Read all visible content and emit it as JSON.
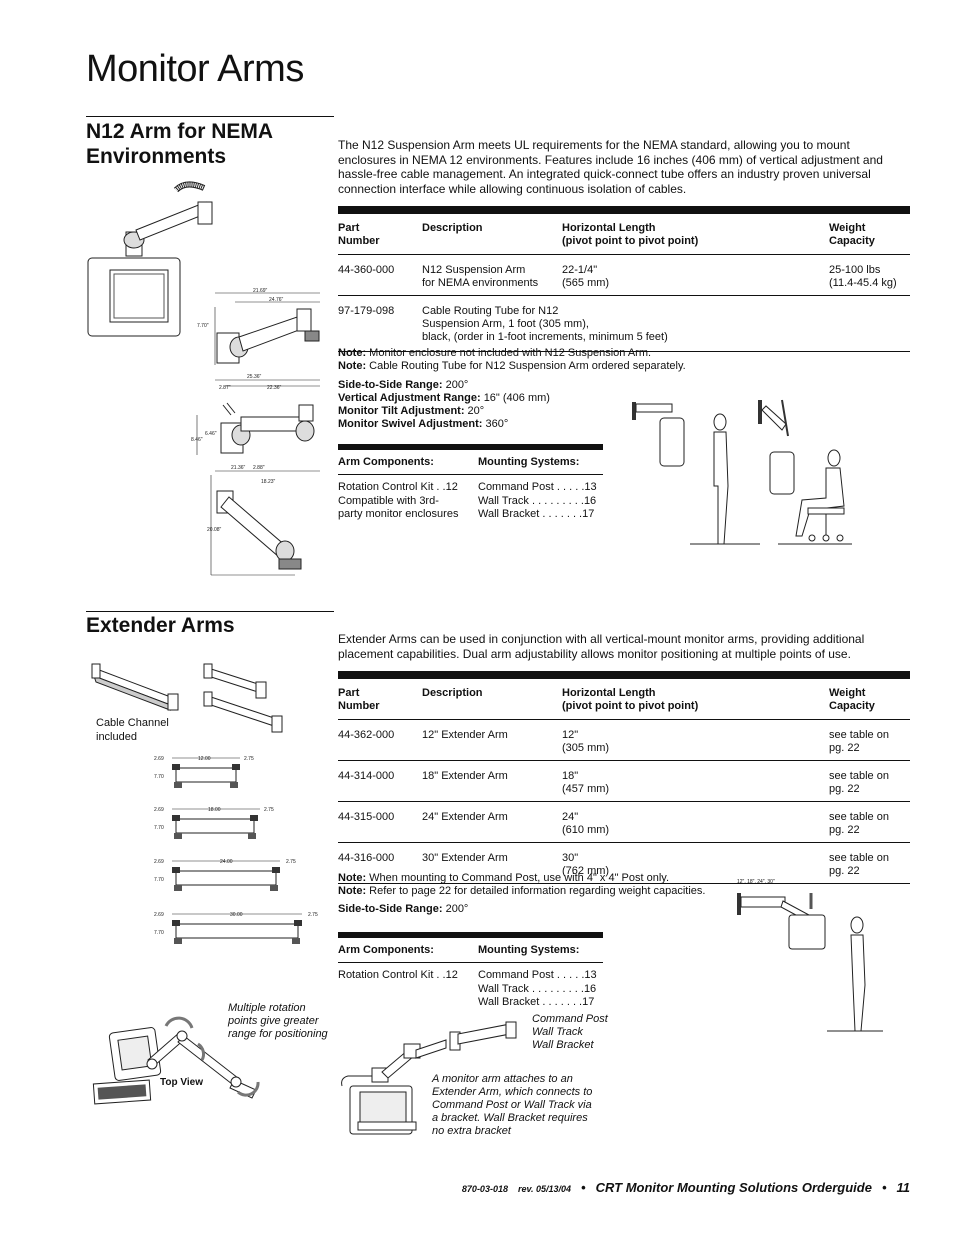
{
  "page_title": "Monitor Arms",
  "n12": {
    "title_line1": "N12 Arm for NEMA",
    "title_line2": "Environments",
    "intro": "The N12 Suspension Arm meets UL requirements for the NEMA standard, allowing you to mount enclosures in NEMA 12 environments. Features include 16 inches (406 mm) of vertical adjustment and hassle-free cable management. An integrated quick-connect tube offers an industry proven universal connection interface while allowing continuous isolation of cables.",
    "table": {
      "headers": [
        "Part\nNumber",
        "Description",
        "Horizontal Length\n(pivot point to pivot point)",
        "Weight\nCapacity"
      ],
      "rows": [
        [
          "44-360-000",
          "N12 Suspension Arm\nfor NEMA environments",
          "22-1/4\"\n(565 mm)",
          "25-100 lbs\n(11.4-45.4 kg)"
        ],
        [
          "97-179-098",
          "Cable Routing Tube for N12\nSuspension Arm, 1 foot (305 mm),\nblack, (order in 1-foot increments, minimum 5 feet)",
          "",
          ""
        ]
      ]
    },
    "note1_label": "Note:",
    "note1": "Monitor enclosure not included with N12 Suspension Arm.",
    "note2_label": "Note:",
    "note2": "Cable Routing Tube for N12 Suspension Arm ordered separately.",
    "specs": [
      {
        "label": "Side-to-Side Range:",
        "value": "200°"
      },
      {
        "label": "Vertical Adjustment Range:",
        "value": "16\" (406 mm)"
      },
      {
        "label": "Monitor Tilt Adjustment:",
        "value": "20°"
      },
      {
        "label": "Monitor Swivel Adjustment:",
        "value": "360°"
      }
    ],
    "components_header": "Arm Components:",
    "mounting_header": "Mounting Systems:",
    "components": "Rotation Control Kit . .12\nCompatible with 3rd-\nparty monitor enclosures",
    "mounting": "Command Post . . . . .13\nWall Track . . . . . . . . .16\nWall Bracket . . . . . . .17",
    "dims": [
      "21.69\"",
      "24.76\"",
      "7.70\"",
      "25.36\"",
      "2.87\"",
      "22.36\"",
      "6.46\"",
      "8.46\"",
      "21.36\"",
      "2.88\"",
      "18.23\"",
      "20.08\""
    ]
  },
  "extender": {
    "title": "Extender Arms",
    "intro": "Extender Arms can be used in conjunction with all vertical-mount monitor arms, providing additional placement capabilities. Dual arm adjustability allows monitor positioning at multiple points of use.",
    "table": {
      "headers": [
        "Part\nNumber",
        "Description",
        "Horizontal Length\n(pivot point to pivot point)",
        "Weight\nCapacity"
      ],
      "rows": [
        [
          "44-362-000",
          "12\" Extender Arm",
          "12\"\n(305 mm)",
          "see table on\npg. 22"
        ],
        [
          "44-314-000",
          "18\" Extender Arm",
          "18\"\n(457 mm)",
          "see table on\npg. 22"
        ],
        [
          "44-315-000",
          "24\" Extender Arm",
          "24\"\n(610 mm)",
          "see table on\npg. 22"
        ],
        [
          "44-316-000",
          "30\" Extender Arm",
          "30\"\n(762 mm)",
          "see table on\npg. 22"
        ]
      ]
    },
    "note1_label": "Note:",
    "note1": "When mounting to Command Post, use with 4\" x 4\" Post only.",
    "note2_label": "Note:",
    "note2": "Refer to page 22 for detailed information regarding weight capacities.",
    "spec_label": "Side-to-Side Range:",
    "spec_value": "200°",
    "components_header": "Arm Components:",
    "mounting_header": "Mounting Systems:",
    "components": "Rotation Control Kit . .12",
    "mounting": "Command Post . . . . .13\nWall Track . . . . . . . . .16\nWall Bracket . . . . . . .17",
    "cable_channel": "Cable Channel\nincluded",
    "multi_rotation": "Multiple rotation\npoints give greater\nrange for positioning",
    "top_view": "Top View",
    "mount_options": "Command Post\nWall Track\nWall Bracket",
    "arm_caption": "A monitor arm attaches to an\nExtender Arm, which connects to\nCommand Post or Wall Track via\na bracket. Wall Bracket requires\nno extra bracket",
    "lengths_label": "12\", 18\", 24\", 30\"",
    "arm_dims": [
      {
        "left": "2.69",
        "length": "12.00",
        "right": "2.75",
        "height": "7.70"
      },
      {
        "left": "2.69",
        "length": "18.00",
        "right": "2.75",
        "height": "7.70"
      },
      {
        "left": "2.69",
        "length": "24.00",
        "right": "2.75",
        "height": "7.70"
      },
      {
        "left": "2.69",
        "length": "30.00",
        "right": "2.75",
        "height": "7.70"
      }
    ]
  },
  "footer": {
    "code": "870-03-018",
    "rev": "rev. 05/13/04",
    "bullet": "•",
    "title": "CRT Monitor Mounting Solutions Orderguide",
    "page": "11"
  }
}
